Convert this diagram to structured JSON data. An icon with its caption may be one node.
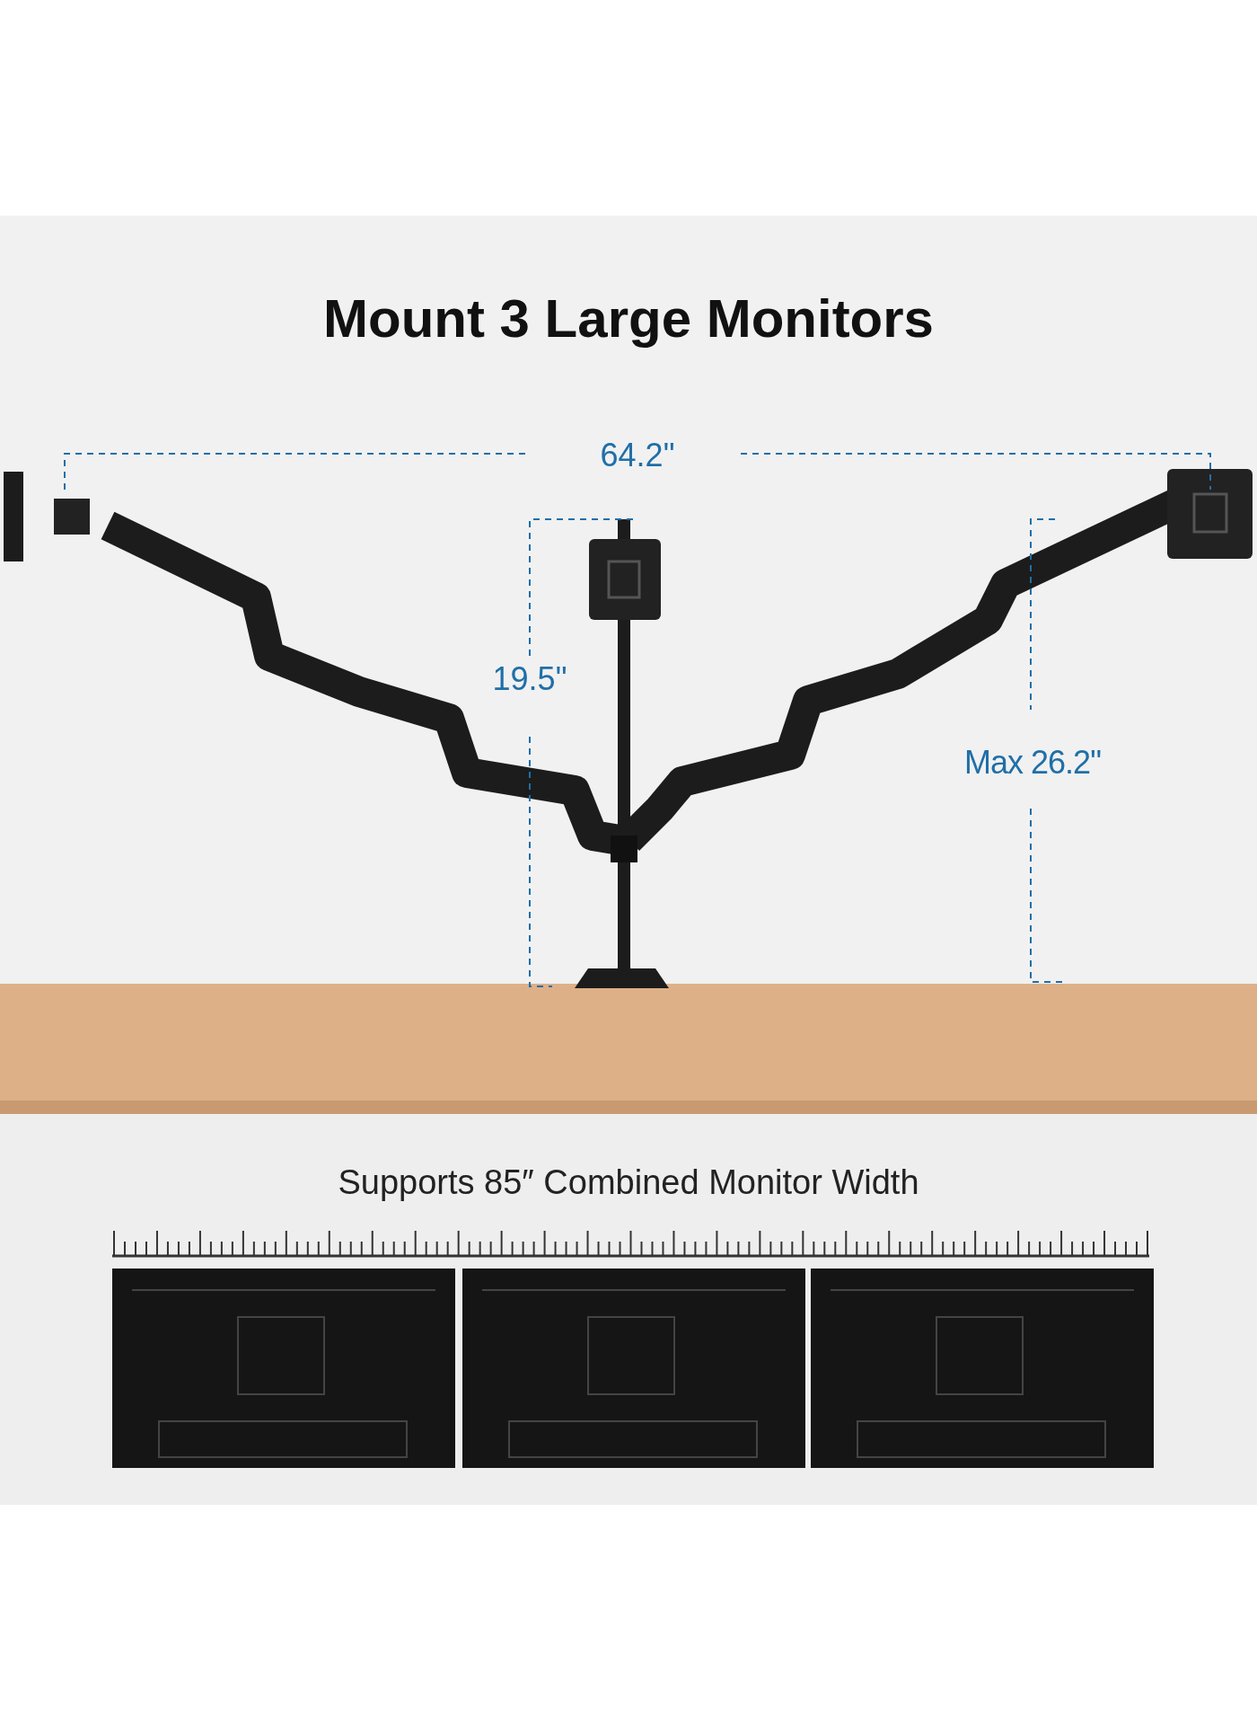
{
  "diagram": {
    "title": "Mount 3 Large Monitors",
    "labels": [
      "64.2\"",
      "19.5\"",
      "Max 26.2\"",
      "Supports 85″ Combined Monitor Width"
    ]
  }
}
